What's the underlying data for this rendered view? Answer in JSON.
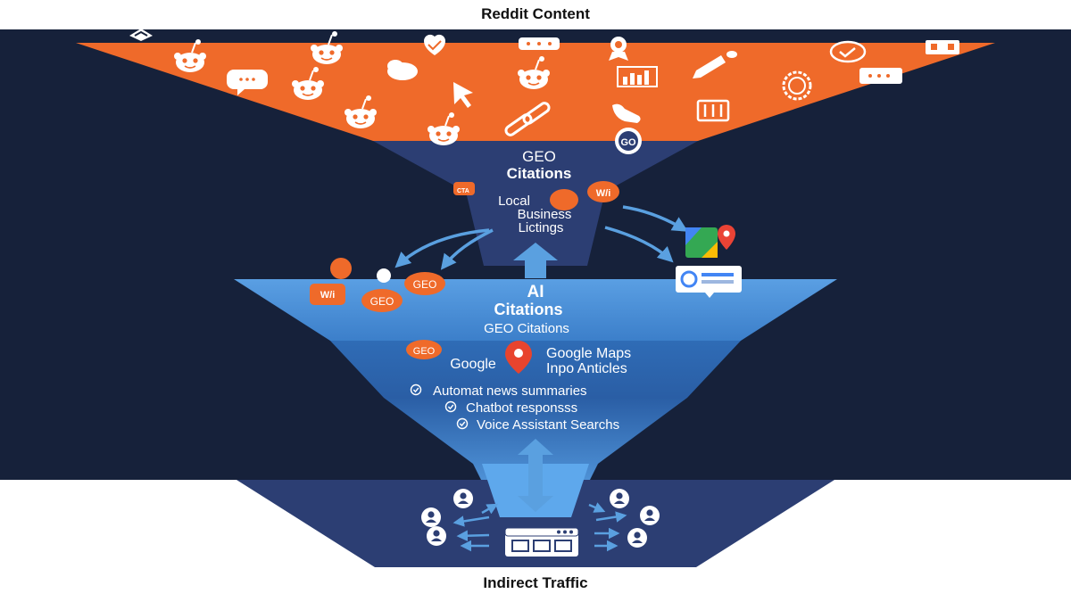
{
  "header": {
    "title": "Reddit Content"
  },
  "footer": {
    "title": "Indirect Traffic"
  },
  "geo_stage": {
    "heading_line1": "GEO",
    "heading_line2": "Citations",
    "sub_line1": "Local",
    "sub_line2": "Business",
    "sub_line3": "Lictings"
  },
  "ai_stage": {
    "heading_line1": "AI",
    "heading_line2": "Citations",
    "subtitle": "GEO Citations"
  },
  "lower_stage": {
    "badge_geo": "GEO",
    "google": "Google",
    "maps_line1": "Google Maps",
    "maps_line2": "Inpo Anticles",
    "checks": [
      "Automat news summaries",
      "Chatbot responsss",
      "Voice Assistant Searchs"
    ]
  },
  "badges": {
    "geo": "GEO",
    "wi": "W/i",
    "cta": "CTA",
    "go": "GO"
  },
  "icons": {
    "reddit": "reddit-alien-icon",
    "comment": "comment-bubble-icon",
    "cursor": "cursor-arrow-icon",
    "chart": "bar-chart-icon",
    "user": "user-icon",
    "browser": "browser-window-icon",
    "check": "check-circle-icon",
    "map_pin": "map-pin-icon",
    "google_maps": "google-maps-icon",
    "google_doc": "google-doc-icon"
  },
  "colors": {
    "background": "#16213a",
    "reddit_orange": "#ef6a2a",
    "geo_navy": "#2c3e73",
    "ai_blue": "#4a90d9",
    "lower_blue": "#2f6fb8",
    "arrow_blue": "#5aa0e0"
  }
}
